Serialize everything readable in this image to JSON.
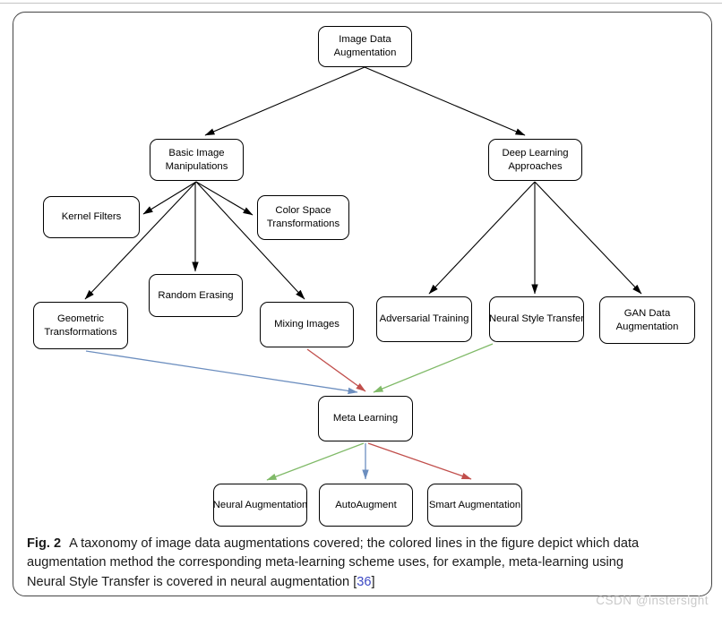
{
  "figure": {
    "caption": {
      "label": "Fig. 2",
      "line1": "A taxonomy of image data augmentations covered; the colored lines in the figure depict which data",
      "line2": "augmentation method the corresponding meta-learning scheme uses, for example, meta-learning using",
      "line3_pre": "Neural Style Transfer is covered in neural augmentation [",
      "citation": "36",
      "line3_post": "]"
    },
    "watermark": "CSDN @instersight"
  },
  "diagram": {
    "title": "Taxonomy of image data augmentations",
    "colors": {
      "black": "#000000",
      "blue": "#6c8ebf",
      "red": "#c14f4c",
      "green": "#80ba68"
    },
    "nodes": [
      {
        "id": "image-data-augmentation",
        "label": "Image Data\nAugmentation"
      },
      {
        "id": "basic-image-manipulations",
        "label": "Basic Image\nManipulations"
      },
      {
        "id": "deep-learning-approaches",
        "label": "Deep Learning\nApproaches"
      },
      {
        "id": "kernel-filters",
        "label": "Kernel Filters"
      },
      {
        "id": "color-space-transformations",
        "label": "Color Space\nTransformations"
      },
      {
        "id": "random-erasing",
        "label": "Random Erasing"
      },
      {
        "id": "geometric-transformations",
        "label": "Geometric\nTransformations"
      },
      {
        "id": "mixing-images",
        "label": "Mixing Images"
      },
      {
        "id": "adversarial-training",
        "label": "Adversarial Training"
      },
      {
        "id": "neural-style-transfer",
        "label": "Neural Style Transfer"
      },
      {
        "id": "gan-data-augmentation",
        "label": "GAN Data\nAugmentation"
      },
      {
        "id": "meta-learning",
        "label": "Meta Learning"
      },
      {
        "id": "neural-augmentation",
        "label": "Neural Augmentation"
      },
      {
        "id": "autoaugment",
        "label": "AutoAugment"
      },
      {
        "id": "smart-augmentation",
        "label": "Smart Augmentation"
      }
    ],
    "edges": [
      {
        "from": "image-data-augmentation",
        "to": "basic-image-manipulations",
        "color": "black"
      },
      {
        "from": "image-data-augmentation",
        "to": "deep-learning-approaches",
        "color": "black"
      },
      {
        "from": "basic-image-manipulations",
        "to": "kernel-filters",
        "color": "black"
      },
      {
        "from": "basic-image-manipulations",
        "to": "color-space-transformations",
        "color": "black"
      },
      {
        "from": "basic-image-manipulations",
        "to": "random-erasing",
        "color": "black"
      },
      {
        "from": "basic-image-manipulations",
        "to": "geometric-transformations",
        "color": "black"
      },
      {
        "from": "basic-image-manipulations",
        "to": "mixing-images",
        "color": "black"
      },
      {
        "from": "deep-learning-approaches",
        "to": "adversarial-training",
        "color": "black"
      },
      {
        "from": "deep-learning-approaches",
        "to": "neural-style-transfer",
        "color": "black"
      },
      {
        "from": "deep-learning-approaches",
        "to": "gan-data-augmentation",
        "color": "black"
      },
      {
        "from": "geometric-transformations",
        "to": "meta-learning",
        "color": "blue"
      },
      {
        "from": "mixing-images",
        "to": "meta-learning",
        "color": "red"
      },
      {
        "from": "neural-style-transfer",
        "to": "meta-learning",
        "color": "green"
      },
      {
        "from": "meta-learning",
        "to": "neural-augmentation",
        "color": "green"
      },
      {
        "from": "meta-learning",
        "to": "autoaugment",
        "color": "blue"
      },
      {
        "from": "meta-learning",
        "to": "smart-augmentation",
        "color": "red"
      }
    ]
  }
}
